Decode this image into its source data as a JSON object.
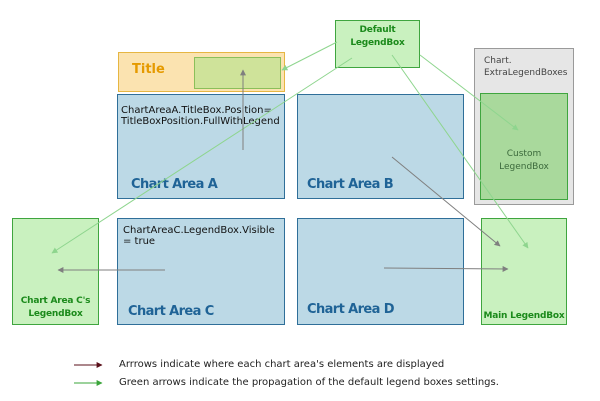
{
  "default_legend_box": {
    "label": "Default LegendBox"
  },
  "title_box": {
    "label": "Title"
  },
  "extra_legend_boxes": {
    "label": "Chart.\nExtraLegendBoxes"
  },
  "custom_legend_box": {
    "label": "Custom\nLegendBox"
  },
  "chart_area_a": {
    "label": "Chart Area A",
    "code": "ChartAreaA.TitleBox.Position=\nTitleBoxPosition.FullWithLegend"
  },
  "chart_area_b": {
    "label": "Chart Area B"
  },
  "chart_area_c": {
    "label": "Chart Area C",
    "code": "ChartAreaC.LegendBox.Visible\n= true"
  },
  "chart_area_d": {
    "label": "Chart Area D"
  },
  "chart_area_c_legend": {
    "label": "Chart Area C's\nLegendBox"
  },
  "main_legend_box": {
    "label": "Main LegendBox"
  },
  "legend": {
    "dark_text": "Arrrows indicate where each chart area's elements are displayed",
    "green_text": "Green arrows indicate the propagation of the default legend boxes settings.",
    "dark_color": "#5a0f1a",
    "green_color": "#3aa53a"
  }
}
